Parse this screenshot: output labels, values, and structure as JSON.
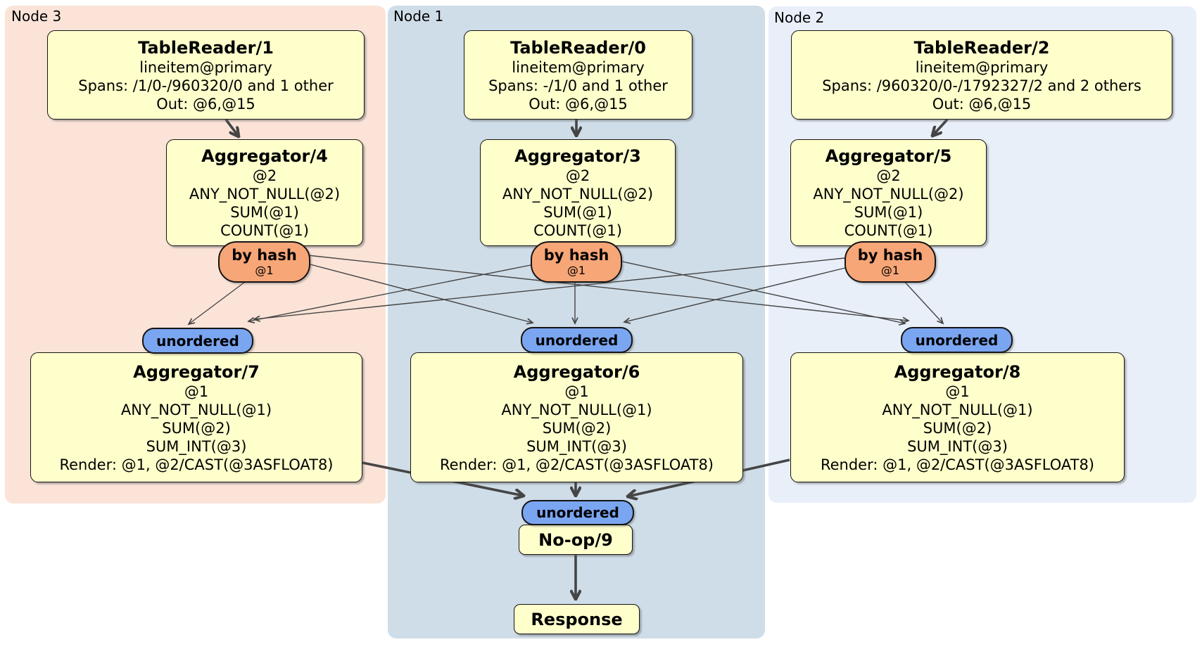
{
  "diagram": {
    "regions": {
      "node3": {
        "label": "Node 3",
        "fill": "#fbe3d8"
      },
      "node1": {
        "label": "Node 1",
        "fill": "#cfdde8"
      },
      "node2": {
        "label": "Node 2",
        "fill": "#e9eff9"
      }
    },
    "processors": {
      "tr1": {
        "title": "TableReader/1",
        "lines": [
          "lineitem@primary",
          "Spans: /1/0-/960320/0 and 1 other",
          "Out: @6,@15"
        ]
      },
      "tr0": {
        "title": "TableReader/0",
        "lines": [
          "lineitem@primary",
          "Spans: -/1/0 and 1 other",
          "Out: @6,@15"
        ]
      },
      "tr2": {
        "title": "TableReader/2",
        "lines": [
          "lineitem@primary",
          "Spans: /960320/0-/1792327/2 and 2 others",
          "Out: @6,@15"
        ]
      },
      "agg4": {
        "title": "Aggregator/4",
        "lines": [
          "@2",
          "ANY_NOT_NULL(@2)",
          "SUM(@1)",
          "COUNT(@1)"
        ]
      },
      "agg3": {
        "title": "Aggregator/3",
        "lines": [
          "@2",
          "ANY_NOT_NULL(@2)",
          "SUM(@1)",
          "COUNT(@1)"
        ]
      },
      "agg5": {
        "title": "Aggregator/5",
        "lines": [
          "@2",
          "ANY_NOT_NULL(@2)",
          "SUM(@1)",
          "COUNT(@1)"
        ]
      },
      "agg7": {
        "title": "Aggregator/7",
        "lines": [
          "@1",
          "ANY_NOT_NULL(@1)",
          "SUM(@2)",
          "SUM_INT(@3)",
          "Render: @1, @2/CAST(@3ASFLOAT8)"
        ]
      },
      "agg6": {
        "title": "Aggregator/6",
        "lines": [
          "@1",
          "ANY_NOT_NULL(@1)",
          "SUM(@2)",
          "SUM_INT(@3)",
          "Render: @1, @2/CAST(@3ASFLOAT8)"
        ]
      },
      "agg8": {
        "title": "Aggregator/8",
        "lines": [
          "@1",
          "ANY_NOT_NULL(@1)",
          "SUM(@2)",
          "SUM_INT(@3)",
          "Render: @1, @2/CAST(@3ASFLOAT8)"
        ]
      },
      "noop": {
        "title": "No-op/9"
      },
      "response": {
        "title": "Response"
      }
    },
    "routers": {
      "hash3": {
        "label": "by hash",
        "key": "@1"
      },
      "hash1": {
        "label": "by hash",
        "key": "@1"
      },
      "hash2": {
        "label": "by hash",
        "key": "@1"
      }
    },
    "streams": {
      "uno3": {
        "label": "unordered"
      },
      "uno1": {
        "label": "unordered"
      },
      "uno2": {
        "label": "unordered"
      },
      "unoBottom": {
        "label": "unordered"
      }
    },
    "colors": {
      "processor_fill": "#ffffcc",
      "router_fill": "#f7a678",
      "stream_fill": "#7aa5f1",
      "region_node3_fill": "#fbe3d8",
      "region_node1_fill": "#cfdde8",
      "region_node2_fill": "#e9eff9",
      "edge": "#454545"
    }
  }
}
